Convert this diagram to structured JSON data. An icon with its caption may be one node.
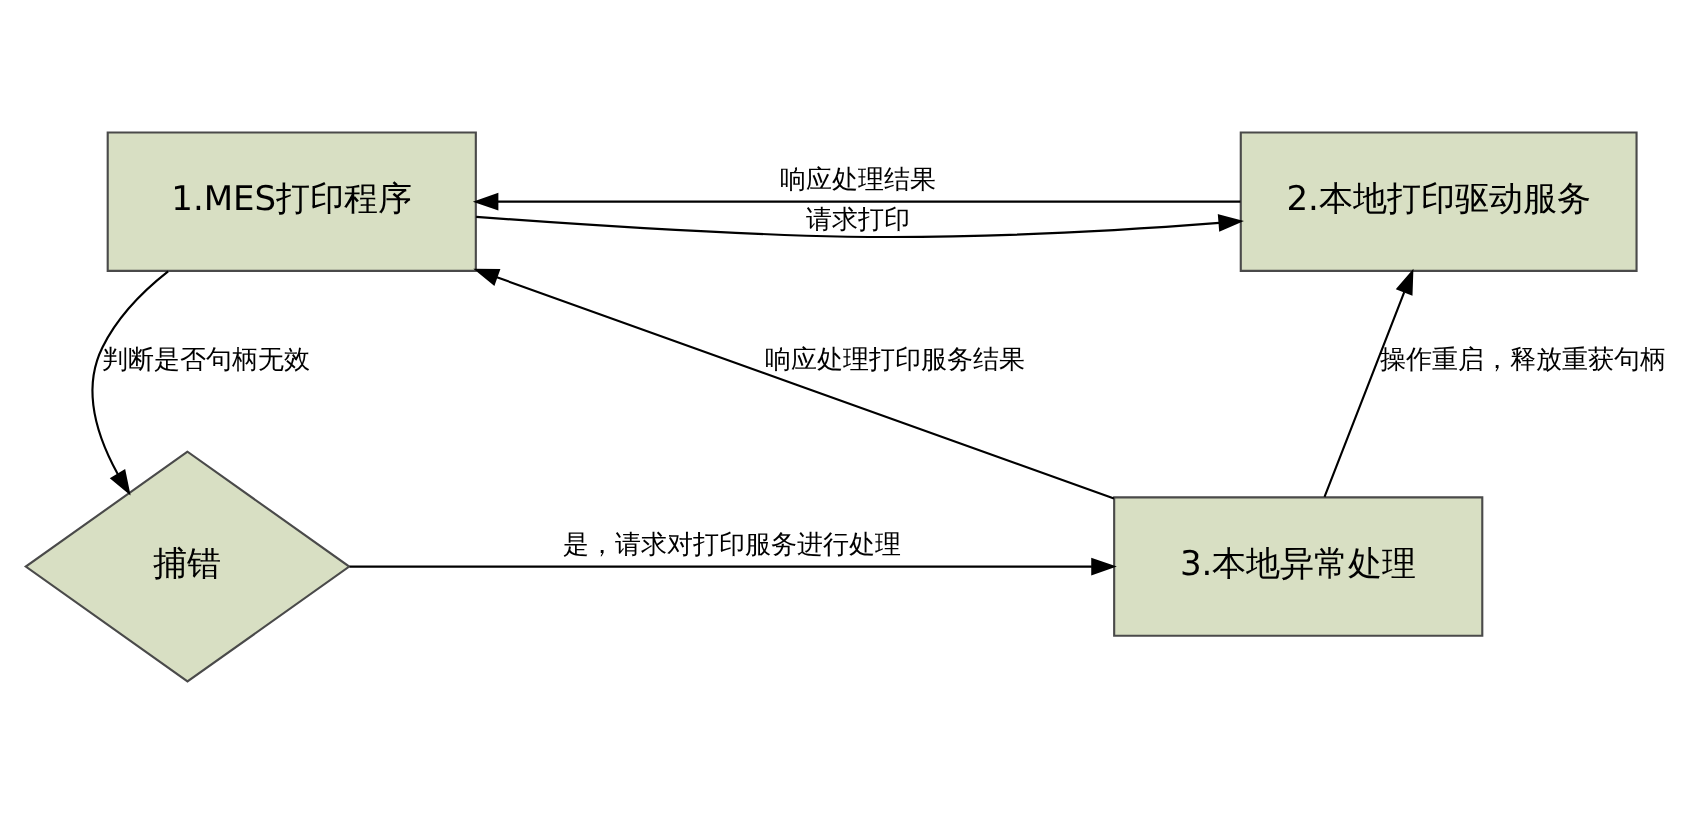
{
  "diagram": {
    "nodes": [
      {
        "text": [
          "1.MES打印程序"
        ]
      },
      {
        "text": [
          "2.本地打印驱动服务"
        ]
      },
      {
        "text": [
          "捕错"
        ]
      },
      {
        "text": [
          "3.本地异常处理"
        ]
      }
    ],
    "edges": [
      {
        "from": 0,
        "to": 1,
        "arrow": "to",
        "label": "请求打印"
      },
      {
        "from": 1,
        "to": 0,
        "arrow": "to",
        "label": "响应处理结果"
      },
      {
        "from": 0,
        "to": 2,
        "arrow": "to",
        "label": "判断是否句柄无效"
      },
      {
        "from": 2,
        "to": 3,
        "arrow": "to",
        "label": "是，请求对打印服务进行处理"
      },
      {
        "from": 3,
        "to": 1,
        "arrow": "to",
        "label": "操作重启，释放重获句柄"
      },
      {
        "from": 3,
        "to": 0,
        "arrow": "to",
        "label": "响应处理打印服务结果"
      }
    ]
  }
}
